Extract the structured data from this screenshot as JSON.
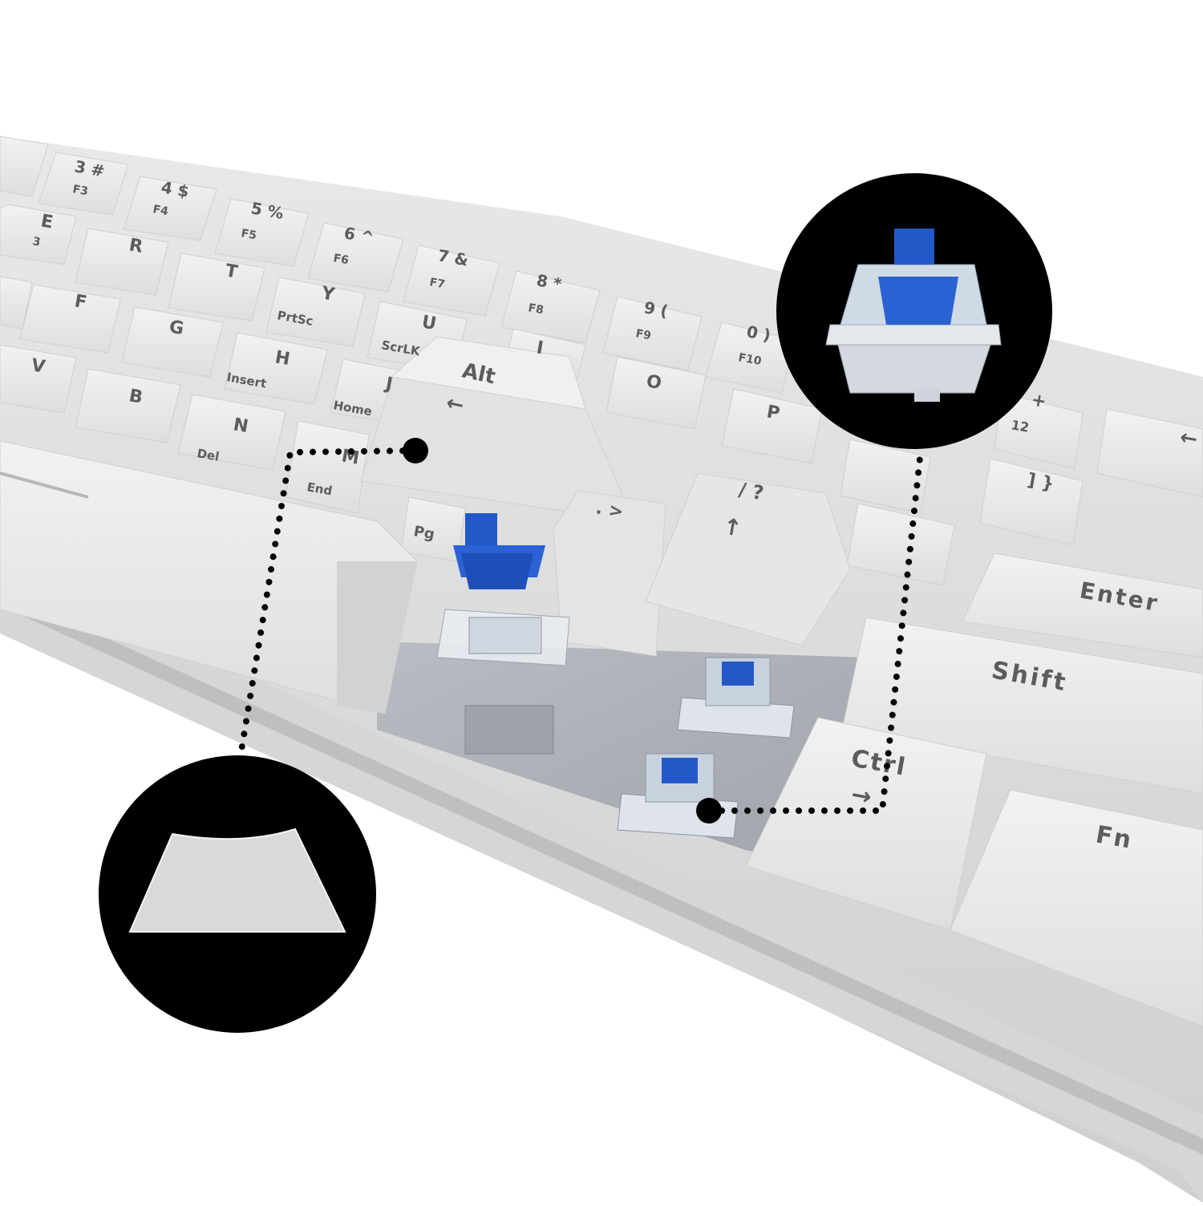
{
  "colors": {
    "background": "#ffffff",
    "keycap": "#e6e6e6",
    "keycap_side": "#cfcfcf",
    "legend": "#5c5c5c",
    "switch_stem": "#2358c8",
    "switch_housing": "#d9dde6",
    "callout_circle": "#000000",
    "dotted_leader": "#000000"
  },
  "keys": {
    "k3": "3 #",
    "k3_sub": "F3",
    "k4": "4 $",
    "k4_sub": "F4",
    "k5": "5 %",
    "k5_sub": "F5",
    "k6": "6 ^",
    "k6_sub": "F6",
    "k7": "7 &",
    "k7_sub": "F7",
    "k8": "8 *",
    "k8_sub": "F8",
    "k9": "9 (",
    "k9_sub": "F9",
    "k0": "0 )",
    "k0_sub": "F10",
    "kplus": "+",
    "kplus_sub": "12",
    "e": "E",
    "e_sub": "3",
    "r": "R",
    "t": "T",
    "y": "Y",
    "y_sub": "PrtSc",
    "u": "U",
    "u_sub": "ScrLK",
    "i": "I",
    "o": "O",
    "p": "P",
    "f": "F",
    "g": "G",
    "h": "H",
    "h_sub": "Insert",
    "j": "J",
    "j_sub": "Home",
    "v": "V",
    "b": "B",
    "n": "N",
    "n_sub": "Del",
    "m": "M",
    "m_sub": "End",
    "pg": "Pg",
    "period": ". >",
    "slash": "/ ?",
    "slash_sub": "↑",
    "alt": "Alt",
    "alt_sub": "←",
    "enter": "Enter",
    "shift": "Shift",
    "ctrl": "Ctrl",
    "ctrl_sub": "→",
    "fn": "Fn",
    "bracket": "] }",
    "backspace": "←"
  }
}
